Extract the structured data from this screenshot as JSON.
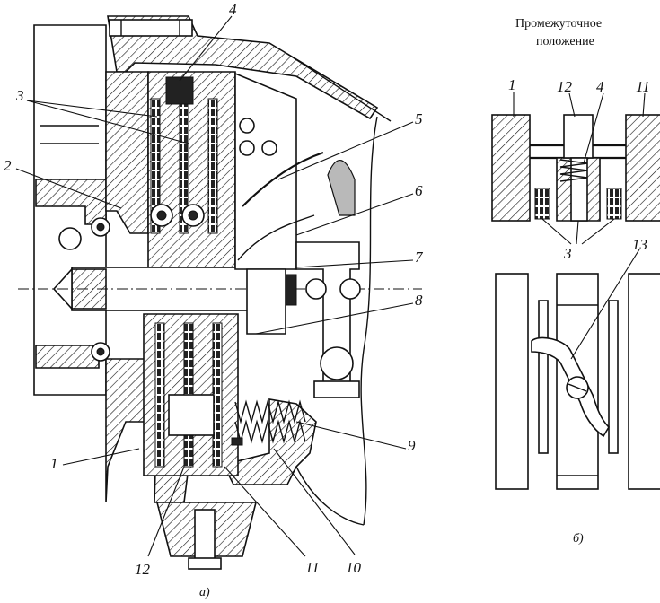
{
  "figure_a": {
    "labels": [
      "1",
      "2",
      "3",
      "4",
      "5",
      "6",
      "7",
      "8",
      "9",
      "10",
      "11",
      "12"
    ],
    "caption": "а)"
  },
  "figure_b": {
    "title_line1": "Промежуточное",
    "title_line2": "положение",
    "labels": [
      "1",
      "12",
      "4",
      "11",
      "3",
      "13"
    ],
    "caption": "б)"
  }
}
